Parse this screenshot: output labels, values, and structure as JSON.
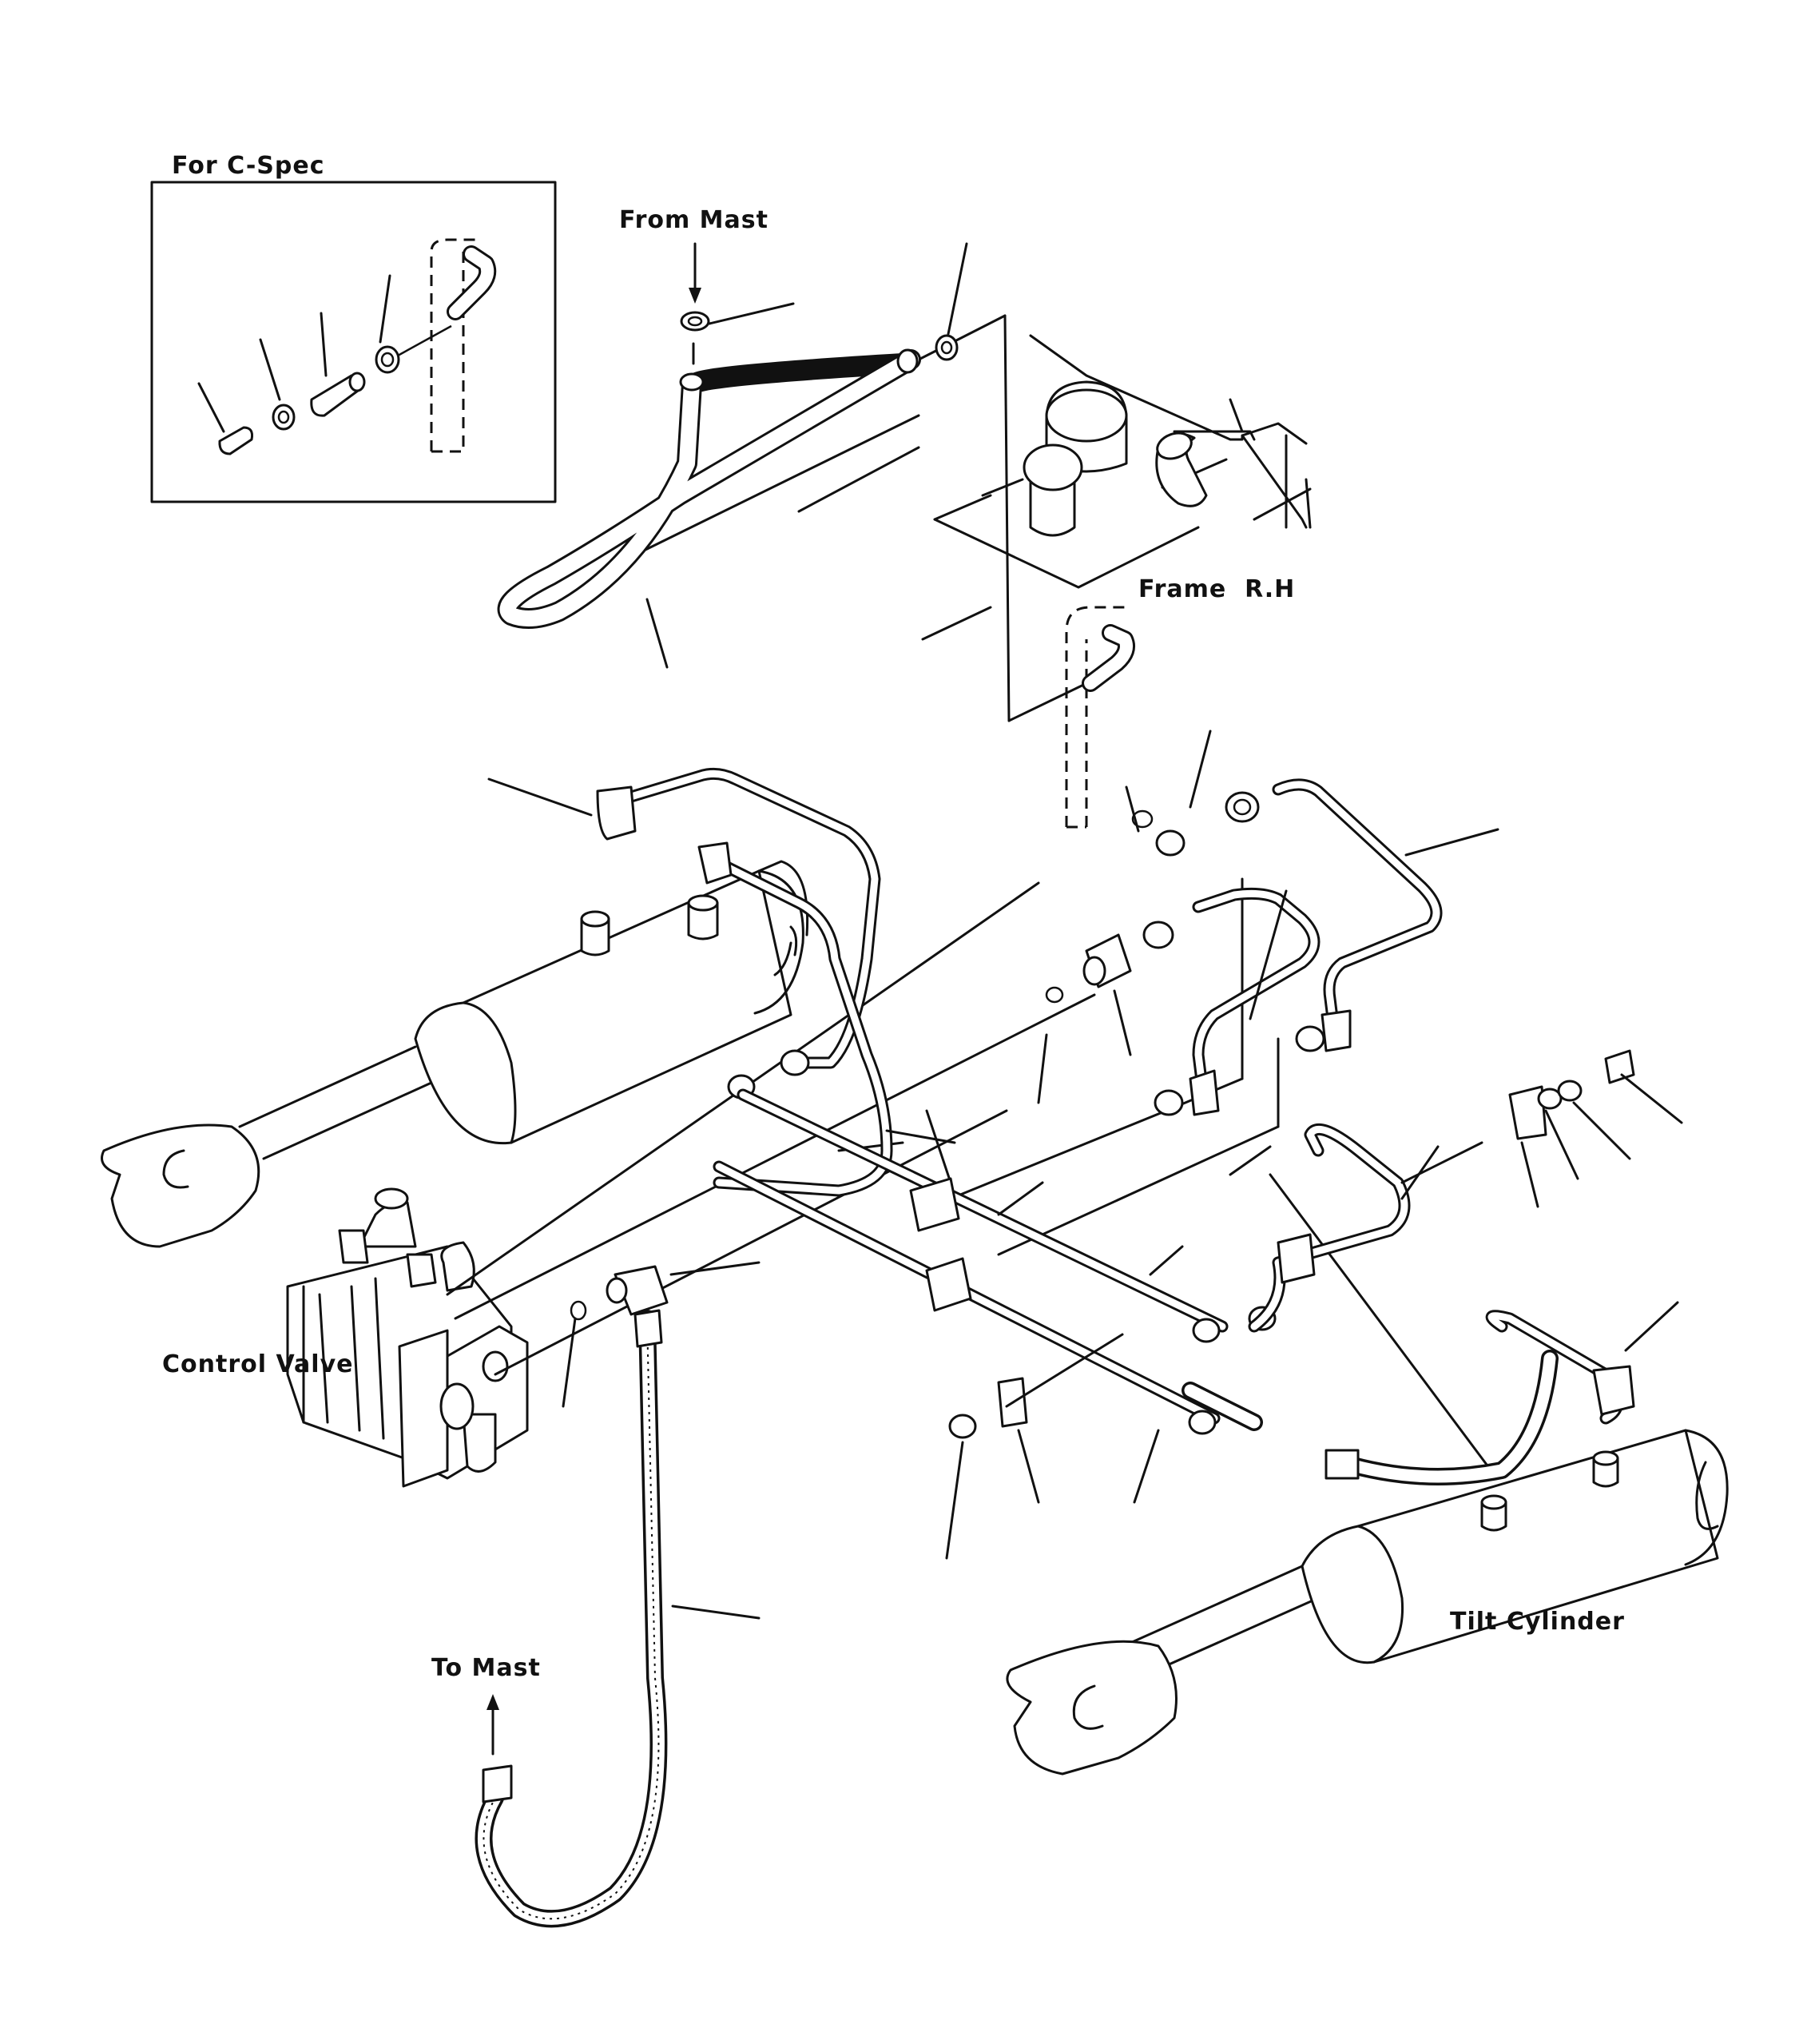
{
  "labels": {
    "c_spec": "For C-Spec",
    "from_mast": "From Mast",
    "frame_rh": "Frame  R.H",
    "control_valve": "Control Valve",
    "tilt_cylinder": "Tilt Cylinder",
    "to_mast": "To Mast"
  }
}
